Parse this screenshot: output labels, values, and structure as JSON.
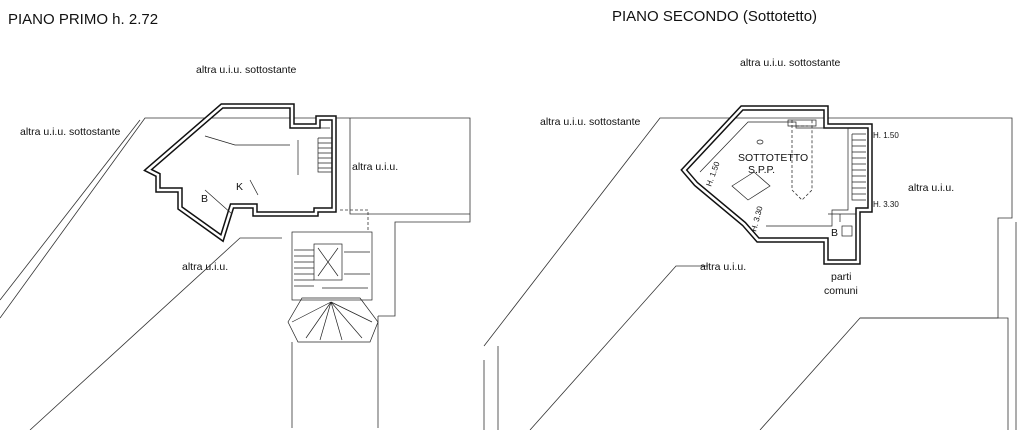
{
  "floor1": {
    "title": "PIANO PRIMO h. 2.72",
    "labels": {
      "above": "altra u.i.u. sottostante",
      "left": "altra u.i.u. sottostante",
      "right": "altra u.i.u.",
      "below": "altra u.i.u.",
      "kitchen": "K",
      "bath": "B"
    }
  },
  "floor2": {
    "title": "PIANO SECONDO (Sottotetto)",
    "labels": {
      "above": "altra u.i.u. sottostante",
      "left": "altra u.i.u. sottostante",
      "right": "altra u.i.u.",
      "below": "altra u.i.u.",
      "attic_1": "SOTTOTETTO",
      "attic_2": "S.P.P.",
      "h150_left": "H. 1.50",
      "h330_left": "H. 3.30",
      "h150_right": "H. 1.50",
      "h330_right": "H. 3.30",
      "bath": "B",
      "common_1": "parti",
      "common_2": "comuni"
    }
  },
  "colors": {
    "ink": "#111111",
    "background": "#ffffff"
  }
}
